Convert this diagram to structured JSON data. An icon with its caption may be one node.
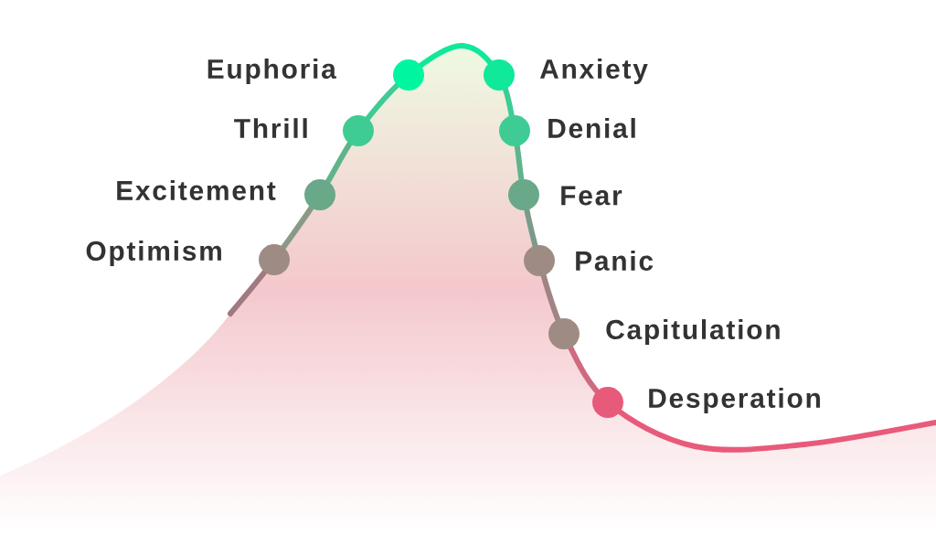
{
  "diagram": {
    "labels": [
      "Euphoria",
      "Anxiety",
      "Thrill",
      "Denial",
      "Excitement",
      "Fear",
      "Optimism",
      "Panic",
      "Capitulation",
      "Desperation"
    ]
  }
}
